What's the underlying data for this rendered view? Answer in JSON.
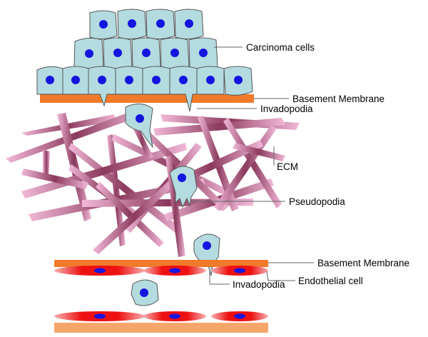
{
  "labels": {
    "carcinoma_cells": "Carcinoma cells",
    "basement_membrane_top": "Basement Membrane",
    "invadopodia_top": "Invadopodia",
    "ecm": "ECM",
    "pseudopodia": "Pseudopodia",
    "basement_membrane_bottom": "Basement Membrane",
    "endothelial_cell": "Endothelial cell",
    "invadopodia_bottom": "Invadopodia"
  },
  "colors": {
    "cell_fill": "#b4dbdf",
    "cell_stroke": "#555555",
    "nucleus": "#1515e0",
    "membrane": "#f07a2a",
    "membrane_light": "#f6a66a",
    "endothelial_fill": "#ee1111",
    "ecm_fiber_dark": "#8b3a5c",
    "ecm_fiber_light": "#f2b8d8",
    "leader_line": "#666666"
  }
}
